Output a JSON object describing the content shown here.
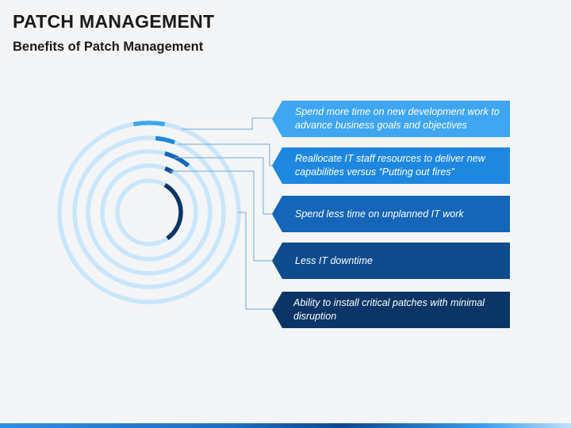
{
  "header": {
    "title": "PATCH MANAGEMENT",
    "subtitle": "Benefits of Patch Management"
  },
  "benefits": [
    {
      "text": "Spend more time on new development work to advance business goals and objectives",
      "color": "#3ea6f2"
    },
    {
      "text": "Reallocate IT staff resources to deliver new capabilities versus “Putting out fires”",
      "color": "#1e88e0"
    },
    {
      "text": "Spend less time on unplanned IT work",
      "color": "#1565b8"
    },
    {
      "text": "Less IT downtime",
      "color": "#0f4c8e"
    },
    {
      "text": "Ability to install critical patches with minimal disruption",
      "color": "#0a3566"
    }
  ],
  "rings": [
    {
      "color": "#3ea6f2",
      "light": "#c9e6fb"
    },
    {
      "color": "#1e88e0",
      "light": "#c9e6fb"
    },
    {
      "color": "#1565b8",
      "light": "#c9e6fb"
    },
    {
      "color": "#0f4c8e",
      "light": "#c9e6fb"
    },
    {
      "color": "#0a3566",
      "light": "#c9e6fb"
    }
  ]
}
